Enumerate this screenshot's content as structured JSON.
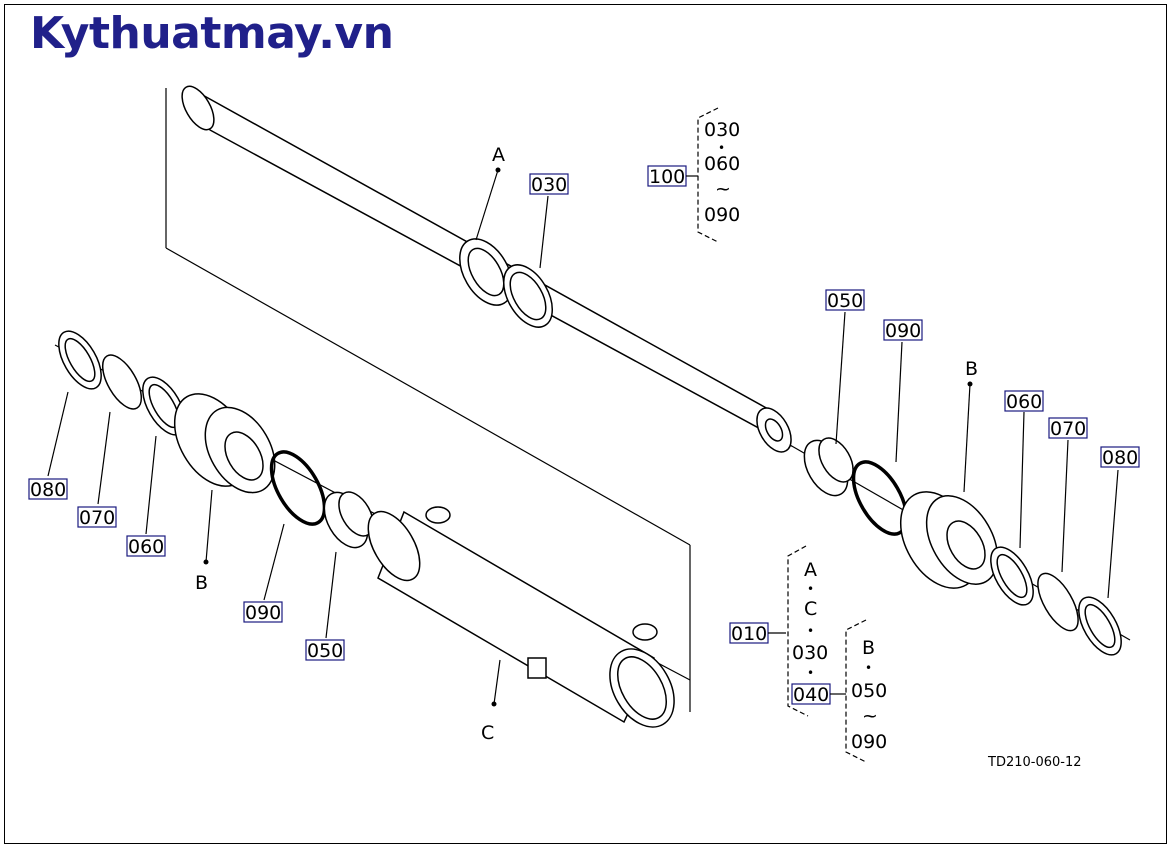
{
  "site_title": "Kythuatmay.vn",
  "drawing_code": "TD210-060-12",
  "callouts": {
    "c030_top": "030",
    "c050_right": "050",
    "c090_right": "090",
    "c060_right": "060",
    "c070_right": "070",
    "c080_right": "080",
    "c080_left": "080",
    "c070_left": "070",
    "c060_left": "060",
    "c090_left": "090",
    "c050_left": "050",
    "c100": "100",
    "c010": "010",
    "c040": "040"
  },
  "letters": {
    "a_top": "A",
    "b_right": "B",
    "b_left": "B",
    "c_bottom": "C"
  },
  "group_100": {
    "top": "030",
    "dot": "•",
    "mid": "060",
    "tilde": "~",
    "bottom": "090"
  },
  "group_010": {
    "a": "A",
    "dot1": "•",
    "c": "C",
    "dot2": "•",
    "v030": "030",
    "dot3": "•"
  },
  "group_040": {
    "b": "B",
    "dot": "•",
    "v050": "050",
    "tilde": "~",
    "v090": "090"
  }
}
